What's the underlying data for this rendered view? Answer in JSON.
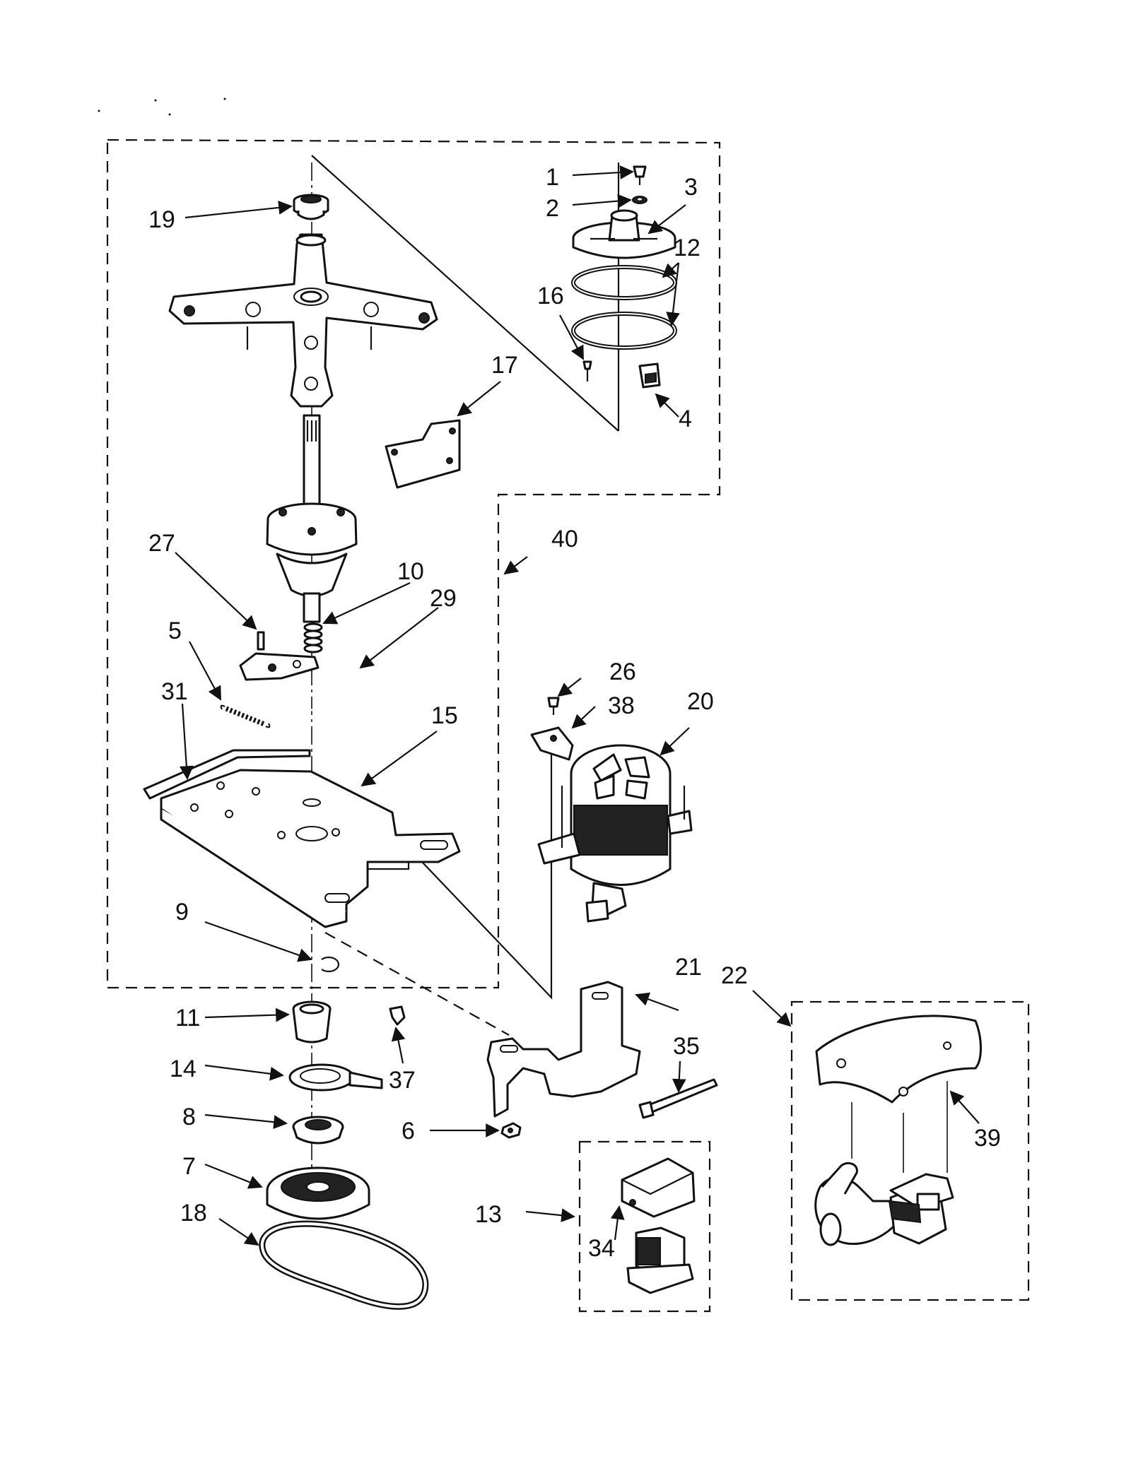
{
  "callouts": {
    "c1": "1",
    "c2": "2",
    "c3": "3",
    "c4": "4",
    "c5": "5",
    "c6": "6",
    "c7": "7",
    "c8": "8",
    "c9": "9",
    "c10": "10",
    "c11": "11",
    "c12": "12",
    "c13": "13",
    "c14": "14",
    "c15": "15",
    "c16": "16",
    "c17": "17",
    "c18": "18",
    "c19": "19",
    "c20": "20",
    "c21": "21",
    "c22": "22",
    "c26": "26",
    "c27": "27",
    "c29": "29",
    "c31": "31",
    "c34": "34",
    "c35": "35",
    "c37": "37",
    "c38": "38",
    "c39": "39",
    "c40": "40"
  }
}
